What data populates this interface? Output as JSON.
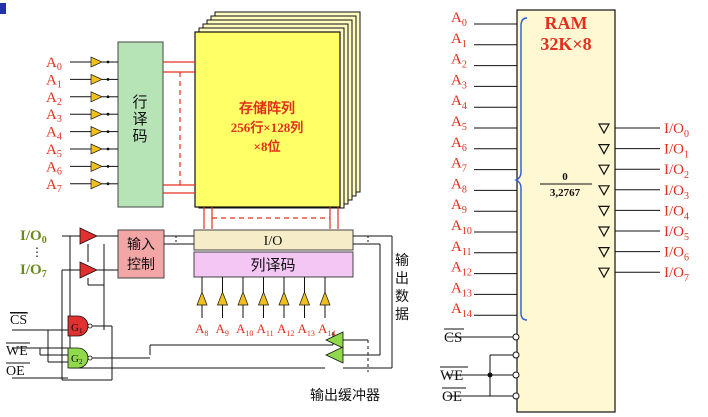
{
  "left": {
    "row_address_pins": [
      "A",
      "A",
      "A",
      "A",
      "A",
      "A",
      "A",
      "A"
    ],
    "row_address_subs": [
      "0",
      "1",
      "2",
      "3",
      "4",
      "5",
      "6",
      "7"
    ],
    "row_decoder_label": [
      "行",
      "译",
      "码"
    ],
    "array_label": {
      "line1": "存储阵列",
      "line2": "256行×128列",
      "line3": "×8位"
    },
    "io_label": "I/O",
    "col_decoder_label": "列译码",
    "col_address_pins": [
      "A",
      "A",
      "A",
      "A",
      "A",
      "A",
      "A"
    ],
    "col_address_subs": [
      "8",
      "9",
      "10",
      "11",
      "12",
      "13",
      "14"
    ],
    "input_control_label": [
      "输入",
      "控制"
    ],
    "output_data_label": [
      "输",
      "出",
      "数",
      "据"
    ],
    "output_buffer_label": "输出缓冲器",
    "io0_label": "I/O",
    "io0_sub": "0",
    "io7_label": "I/O",
    "io7_sub": "7",
    "dots": "⋮",
    "cs_label": "CS",
    "we_label": "WE",
    "oe_label": "OE",
    "g1_label": "G",
    "g1_sub": "1",
    "g2_label": "G",
    "g2_sub": "2"
  },
  "right": {
    "chip_title": "RAM",
    "chip_subtitle": "32K×8",
    "address_pins": [
      "A",
      "A",
      "A",
      "A",
      "A",
      "A",
      "A",
      "A",
      "A",
      "A",
      "A",
      "A",
      "A",
      "A",
      "A"
    ],
    "address_subs": [
      "0",
      "1",
      "2",
      "3",
      "4",
      "5",
      "6",
      "7",
      "8",
      "9",
      "10",
      "11",
      "12",
      "13",
      "14"
    ],
    "range_top": "0",
    "range_bottom": "3,2767",
    "io_pins": [
      "I/O",
      "I/O",
      "I/O",
      "I/O",
      "I/O",
      "I/O",
      "I/O",
      "I/O"
    ],
    "io_subs": [
      "0",
      "1",
      "2",
      "3",
      "4",
      "5",
      "6",
      "7"
    ],
    "cs_label": "CS",
    "we_label": "WE",
    "oe_label": "OE"
  },
  "colors": {
    "pin_red": "#e0301e",
    "buffer_yellow": "#f0c020",
    "array_yellow": "#ffff66",
    "decoder_green": "#b7e4b7",
    "col_decoder_pink": "#f4c6f4",
    "io_beige": "#f6edc8",
    "input_ctrl_pink": "#f2a6a6",
    "chip_fill": "#fff8d2",
    "green_signal": "#6a8a1a",
    "tri_red": "#e03030",
    "tri_green": "#8fd94a"
  }
}
